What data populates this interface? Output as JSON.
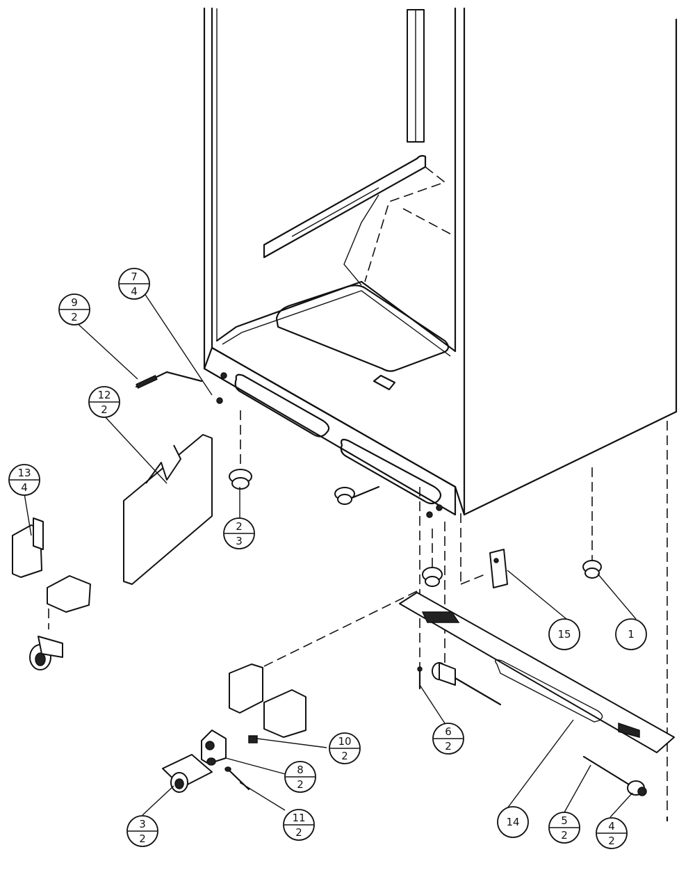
{
  "callouts": [
    {
      "id": "c1",
      "num": "1",
      "qty": ""
    },
    {
      "id": "c2",
      "num": "2",
      "qty": "3"
    },
    {
      "id": "c3",
      "num": "3",
      "qty": "2"
    },
    {
      "id": "c4",
      "num": "4",
      "qty": "2"
    },
    {
      "id": "c5",
      "num": "5",
      "qty": "2"
    },
    {
      "id": "c6",
      "num": "6",
      "qty": "2"
    },
    {
      "id": "c7",
      "num": "7",
      "qty": "4"
    },
    {
      "id": "c8",
      "num": "8",
      "qty": "2"
    },
    {
      "id": "c9",
      "num": "9",
      "qty": "2"
    },
    {
      "id": "c10",
      "num": "10",
      "qty": "2"
    },
    {
      "id": "c11",
      "num": "11",
      "qty": "2"
    },
    {
      "id": "c12",
      "num": "12",
      "qty": "2"
    },
    {
      "id": "c13",
      "num": "13",
      "qty": "4"
    },
    {
      "id": "c14",
      "num": "14",
      "qty": ""
    },
    {
      "id": "c15",
      "num": "15",
      "qty": ""
    }
  ]
}
